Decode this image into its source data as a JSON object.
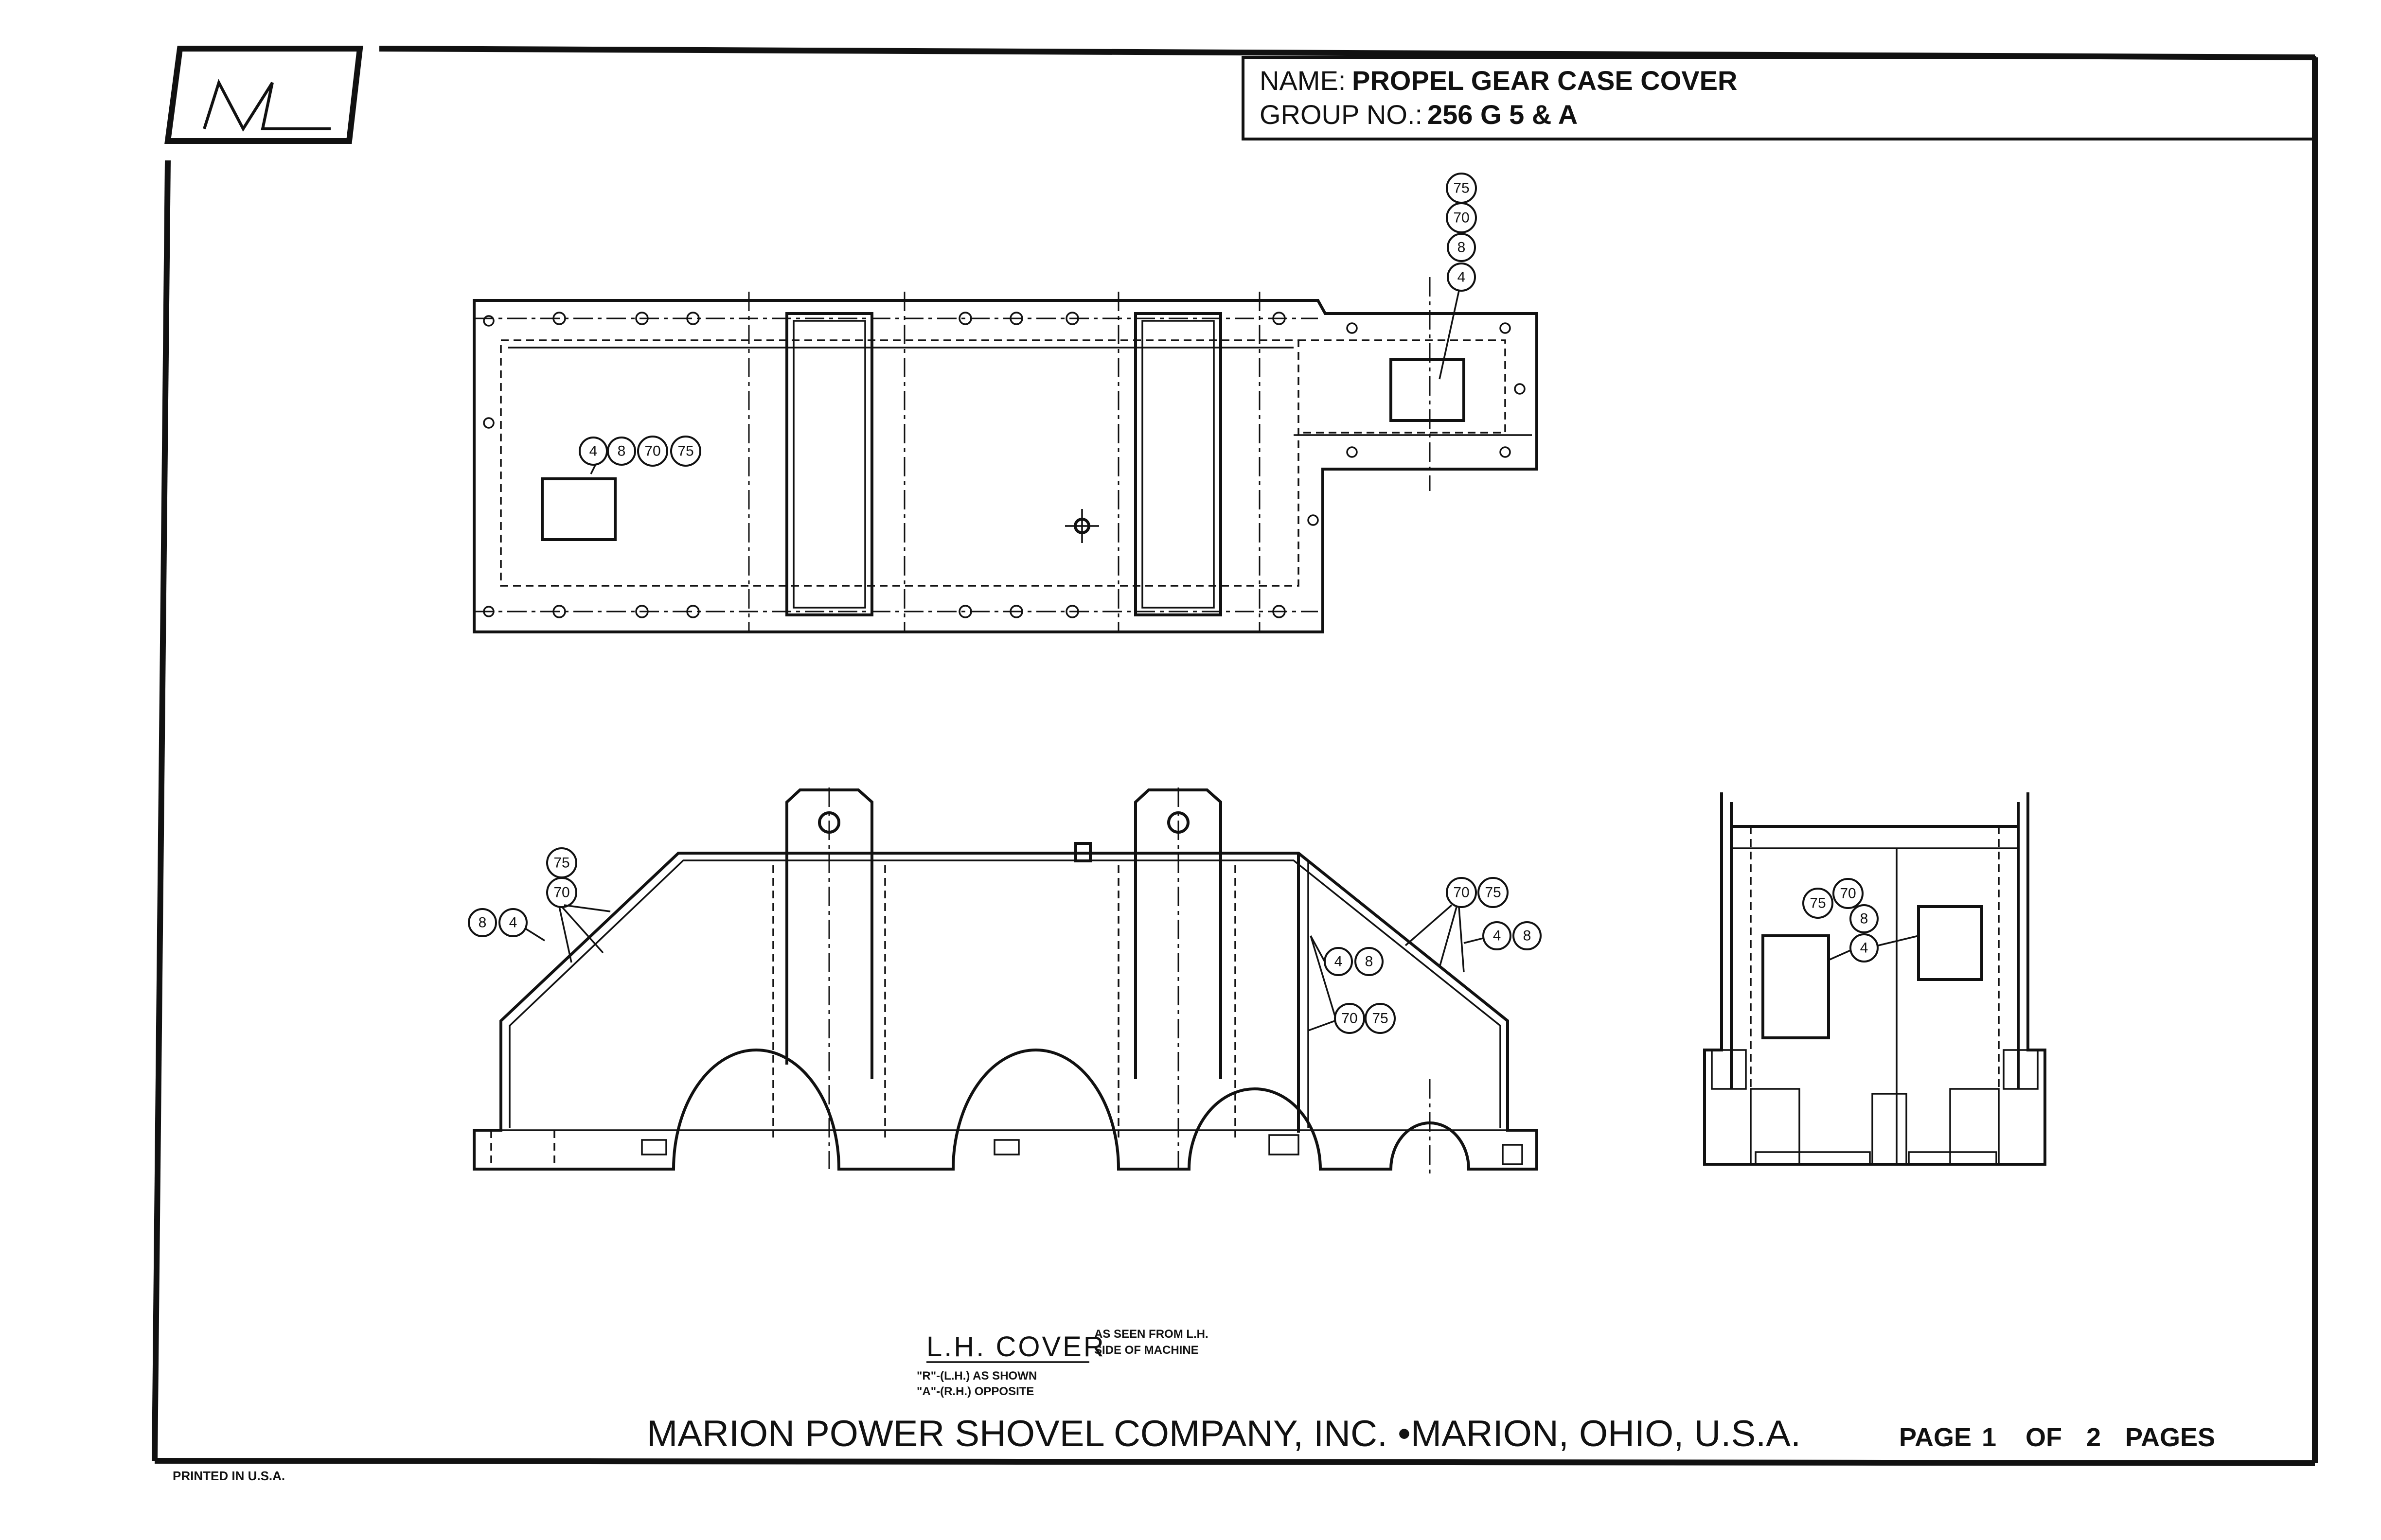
{
  "title_block": {
    "name_label": "NAME:",
    "name_value": "PROPEL GEAR CASE COVER",
    "group_label": "GROUP NO.:",
    "group_value": "256 G 5 & A"
  },
  "logo": {
    "letter": "M",
    "icon": "marion-m-logo"
  },
  "callouts": [
    "4",
    "8",
    "70",
    "75"
  ],
  "caption": {
    "title": "L.H. COVER",
    "side_note_line1": "AS SEEN FROM L.H.",
    "side_note_line2": "SIDE OF MACHINE",
    "note_line1": "\"R\"-(L.H.) AS SHOWN",
    "note_line2": "\"A\"-(R.H.) OPPOSITE"
  },
  "footer": {
    "company": "MARION POWER SHOVEL COMPANY, INC. •MARION, OHIO, U.S.A.",
    "page_label": "PAGE",
    "page_current": "1",
    "page_of": "OF",
    "page_total": "2",
    "pages_label": "PAGES"
  },
  "printed": "PRINTED IN U.S.A."
}
